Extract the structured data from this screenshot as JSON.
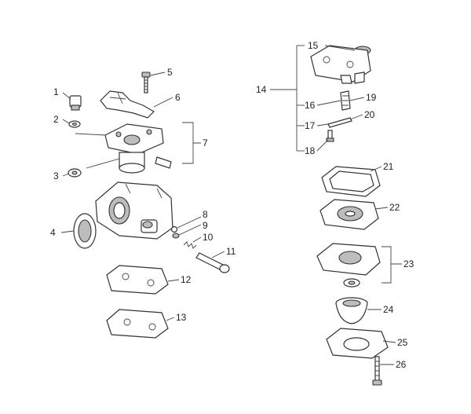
{
  "callouts": {
    "c1": "1",
    "c2": "2",
    "c3": "3",
    "c4": "4",
    "c5": "5",
    "c6": "6",
    "c7": "7",
    "c8": "8",
    "c9": "9",
    "c10": "10",
    "c11": "11",
    "c12": "12",
    "c13": "13",
    "c14": "14",
    "c15": "15",
    "c16": "16",
    "c17": "17",
    "c18": "18",
    "c19": "19",
    "c20": "20",
    "c21": "21",
    "c22": "22",
    "c23": "23",
    "c24": "24",
    "c25": "25",
    "c26": "26"
  },
  "colors": {
    "line": "#333333",
    "fill": "#ffffff",
    "shade": "#bdbdbd"
  }
}
